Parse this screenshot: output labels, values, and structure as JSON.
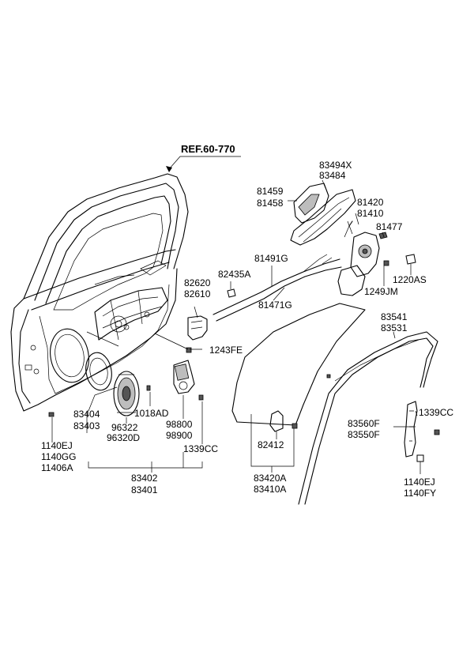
{
  "reference": "REF.60-770",
  "labels": {
    "p83494X": "83494X",
    "p83484": "83484",
    "p81459": "81459",
    "p81458": "81458",
    "p81420": "81420",
    "p81410": "81410",
    "p81477": "81477",
    "p82620": "82620",
    "p82610": "82610",
    "p82435A": "82435A",
    "p81491G": "81491G",
    "p81471G": "81471G",
    "p1220AS": "1220AS",
    "p1249JM": "1249JM",
    "p1243FE": "1243FE",
    "p83541": "83541",
    "p83531": "83531",
    "p83404": "83404",
    "p83403": "83403",
    "p1018AD": "1018AD",
    "p96322": "96322",
    "p96320D": "96320D",
    "p98800": "98800",
    "p98900": "98900",
    "p1339CC_a": "1339CC",
    "p1140EJ_a": "1140EJ",
    "p1140GG": "1140GG",
    "p11406A": "11406A",
    "p83402": "83402",
    "p83401": "83401",
    "p82412": "82412",
    "p83420A": "83420A",
    "p83410A": "83410A",
    "p83560F": "83560F",
    "p83550F": "83550F",
    "p1339CC_b": "1339CC",
    "p1140EJ_b": "1140EJ",
    "p1140FY": "1140FY"
  }
}
